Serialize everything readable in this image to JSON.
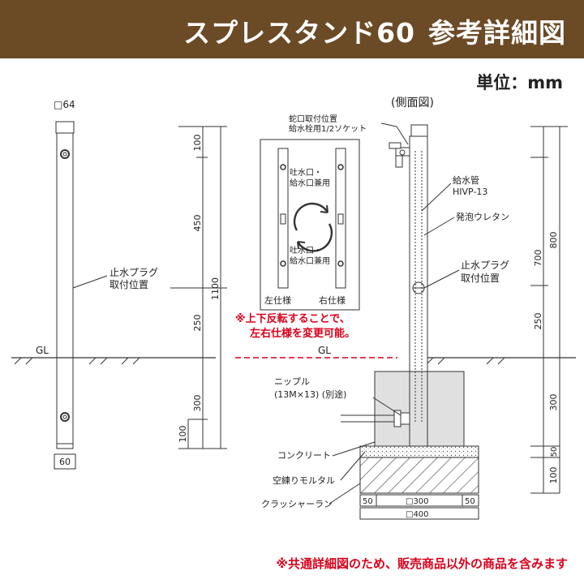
{
  "header": {
    "product_name": "スプレスタンド60",
    "title_suffix": "参考詳細図",
    "background_color": "#6b4a26"
  },
  "unit_label": "単位：mm",
  "front_view": {
    "post_size": "□64",
    "dim_100": "100",
    "dim_450": "450",
    "dim_250": "250",
    "dim_1100": "1100",
    "dim_300": "300",
    "dim_100b": "100",
    "base_width": "60",
    "ground_label": "GL",
    "plug_label_line1": "止水プラグ",
    "plug_label_line2": "取付位置"
  },
  "inset": {
    "label_top_line1": "吐水口・",
    "label_top_line2": "給水口兼用",
    "label_bottom_line1": "吐水口・",
    "label_bottom_line2": "給水口兼用",
    "left_caption": "左仕様",
    "right_caption": "右仕様"
  },
  "note_reversal_line1": "※上下反転することで、",
  "note_reversal_line2": "左右仕様を変更可能。",
  "side_view": {
    "title": "(側面図)",
    "faucet_line1": "蛇口取付位置",
    "faucet_line2": "給水栓用1/2ソケット",
    "pipe_line1": "給水管",
    "pipe_line2": "HIVP-13",
    "foam_label": "発泡ウレタン",
    "plug_line1": "止水プラグ",
    "plug_line2": "取付位置",
    "ground_label": "GL",
    "nipple_line1": "ニップル",
    "nipple_line2": "(13M×13) (別途)",
    "concrete_label": "コンクリート",
    "mortar_label": "空練りモルタル",
    "crusher_label": "クラッシャーラン",
    "dim_800": "800",
    "dim_700": "700",
    "dim_250": "250",
    "dim_300": "300",
    "dim_50": "50",
    "dim_100": "100",
    "base_inner": "□300",
    "base_outer": "□400",
    "margin_left": "50",
    "margin_right": "50"
  },
  "footer_note": "※共通詳細図のため、販売商品以外の商品を含みます",
  "colors": {
    "accent_red": "#d9001b",
    "line": "#333333",
    "concrete_fill": "#e0e0e0"
  }
}
